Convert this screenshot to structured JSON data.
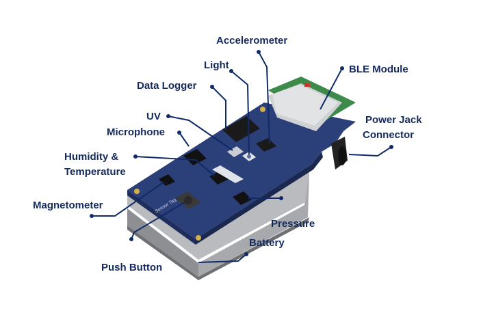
{
  "colors": {
    "label_text": "#142a5c",
    "leader_line": "#0f2a66",
    "pcb_blue": "#2b3f78",
    "pcb_dark": "#1e2d5c",
    "enclosure_gray": "#9a9c9f",
    "ble_green": "#3e8a4a",
    "ble_shield": "#cfd1d4",
    "chip_black": "#1a1a1a"
  },
  "labels": {
    "accelerometer": "Accelerometer",
    "light": "Light",
    "ble_module": "BLE Module",
    "data_logger": "Data Logger",
    "uv": "UV",
    "power_jack_line1": "Power Jack",
    "power_jack_line2": "Connector",
    "microphone": "Microphone",
    "humidity_line1": "Humidity &",
    "humidity_line2": "Temperature",
    "magnetometer": "Magnetometer",
    "pressure": "Pressure",
    "battery": "Battery",
    "push_button": "Push Button"
  },
  "board_text": {
    "sensor_label": "Sensor Tag"
  }
}
